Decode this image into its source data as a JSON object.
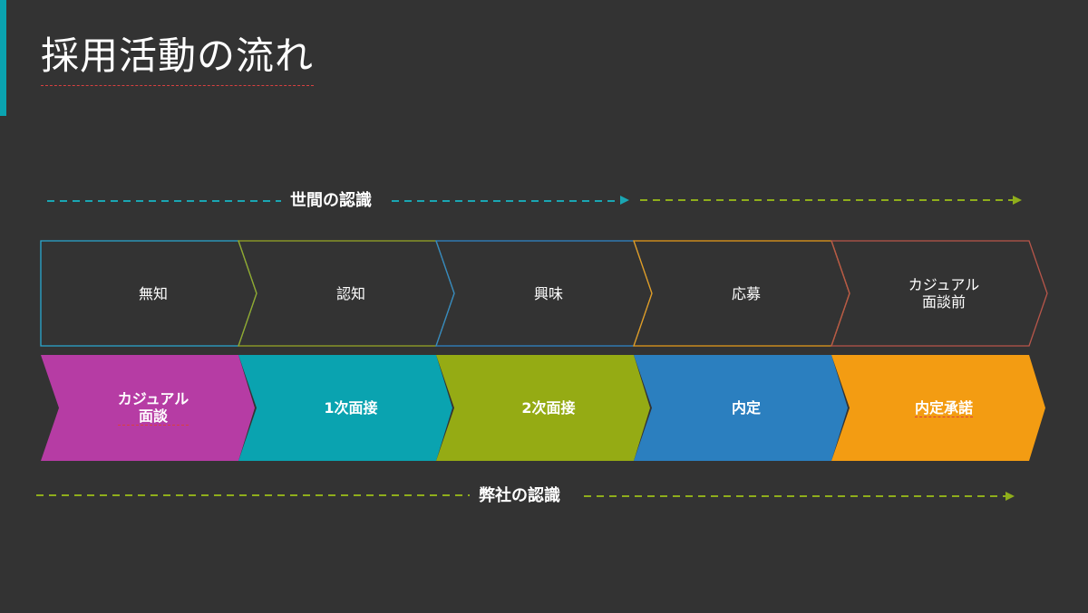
{
  "title": "採用活動の流れ",
  "world_perception": {
    "label": "世間の認識",
    "colors": [
      "#1aa6b3",
      "#8fae1b"
    ]
  },
  "company_perception": {
    "label": "弊社の認識",
    "color": "#8fae1b"
  },
  "top_stages": [
    {
      "label": "無知",
      "border": "#2aa9d0"
    },
    {
      "label": "認知",
      "border": "#98a824"
    },
    {
      "label": "興味",
      "border": "#2f86c9"
    },
    {
      "label": "応募",
      "border": "#e89b1a"
    },
    {
      "label": "カジュアル\n面談前",
      "border": "#b8564a"
    }
  ],
  "bottom_stages": [
    {
      "label": "カジュアル\n面談",
      "fill": "#b63ca4"
    },
    {
      "label": "1次面接",
      "fill": "#0aa3b0"
    },
    {
      "label": "2次面接",
      "fill": "#95ab14"
    },
    {
      "label": "内定",
      "fill": "#2b7fbf"
    },
    {
      "label": "内定承諾",
      "fill": "#f39c12"
    }
  ]
}
